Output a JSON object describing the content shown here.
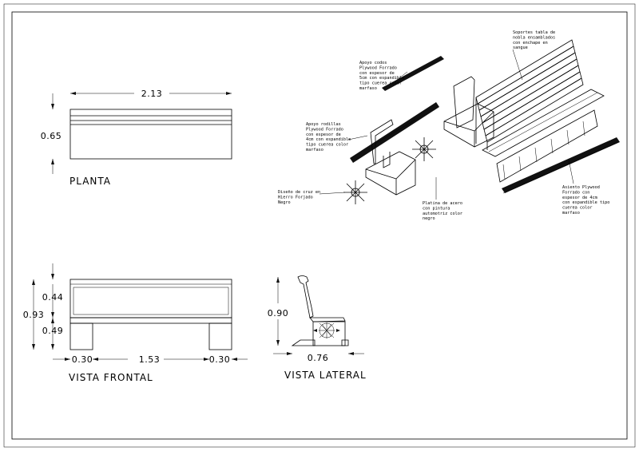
{
  "planta": {
    "title": "PLANTA",
    "dim_width": "2.13",
    "dim_depth": "0.65"
  },
  "frontal": {
    "title": "VISTA FRONTAL",
    "dim_back": "0.44",
    "dim_total": "0.93",
    "dim_seat": "0.49",
    "dim_leg_left": "0.30",
    "dim_span": "1.53",
    "dim_leg_right": "0.30"
  },
  "lateral": {
    "title": "VISTA LATERAL",
    "dim_height": "0.90",
    "dim_depth": "0.76"
  },
  "notes": {
    "respaldo_top": [
      "Soportes tabla de",
      "nobla ensamblados",
      "con enchape en",
      "sangue"
    ],
    "apoyo_codos": [
      "Apoyo codos",
      "Plywood Forrado",
      "con espesor de",
      "5cm con espandible",
      "tipo cuerea color",
      "marfaso"
    ],
    "apoyo_rodillas": [
      "Apoyo rodillas",
      "Plywood Forrado",
      "con espesor de",
      "4cm con espandible",
      "tipo cuerea color",
      "marfaso"
    ],
    "diseno_cruz": [
      "Diseño de cruz en",
      "Hierro Forjado",
      "Negro"
    ],
    "platina": [
      "Platina de acero",
      "con pintura",
      "automotriz color",
      "negro"
    ],
    "asiento": [
      "Asiento Plywood",
      "Forrado con",
      "espesor de 4cm",
      "con espandible tipo",
      "cuerea color",
      "marfaso"
    ]
  }
}
